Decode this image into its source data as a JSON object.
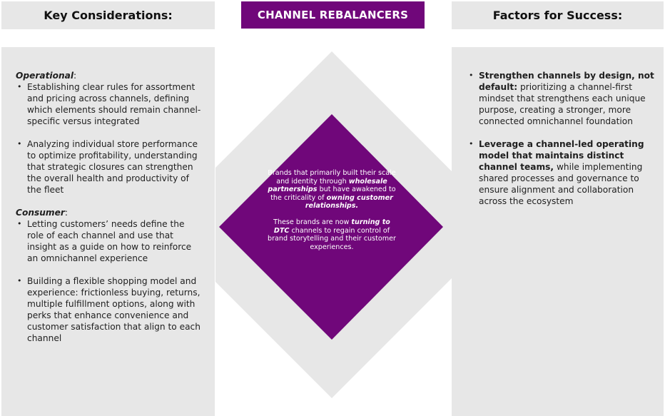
{
  "headers": {
    "left": "Key Considerations:",
    "center": "CHANNEL REBALANCERS",
    "right": "Factors for Success:"
  },
  "colors": {
    "brand_purple": "#70077a",
    "panel_gray": "#e7e7e7",
    "background": "#ffffff"
  },
  "key_considerations": {
    "sections": [
      {
        "title": "Operational",
        "items": [
          "Establishing clear rules for assortment and pricing across channels, defining which elements should remain channel-specific versus integrated",
          "Analyzing individual store performance to optimize profitability, understanding that strategic closures can strengthen the overall health and productivity of the fleet"
        ]
      },
      {
        "title": "Consumer",
        "items": [
          "Letting customers’ needs define the role of each channel and use that insight as a guide on how to reinforce an omnichannel experience",
          "Building a flexible shopping model and experience: frictionless buying, returns, multiple fulfillment options, along with perks that enhance convenience and customer satisfaction that align to each channel"
        ]
      }
    ]
  },
  "factors_for_success": {
    "items": [
      {
        "bold": "Strengthen channels by design, not default:",
        "text": " prioritizing a channel-first mindset that strengthens each unique purpose, creating a stronger, more connected omnichannel foundation"
      },
      {
        "bold": "Leverage a channel-led operating model that maintains distinct channel teams,",
        "text": " while implementing shared processes and governance to ensure alignment and collaboration across the ecosystem"
      }
    ]
  },
  "center": {
    "p1": {
      "t1": "Brands that primarily built their scale and identity through ",
      "e1": "wholesale partnerships",
      "t2": " but have awakened to the criticality of ",
      "e2": "owning customer relationships."
    },
    "p2": {
      "t1": "These brands are now ",
      "e1": "turning to DTC",
      "t2": " channels to regain control of brand storytelling and their customer experiences."
    }
  }
}
